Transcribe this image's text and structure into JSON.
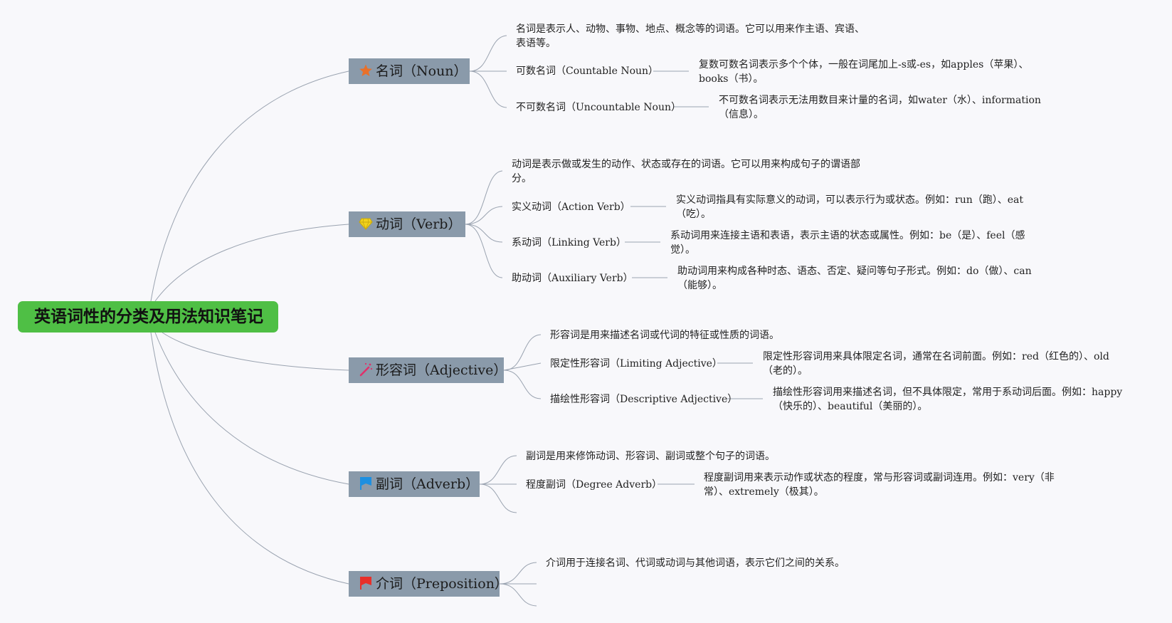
{
  "root": {
    "title": "英语词性的分类及用法知识笔记"
  },
  "branches": [
    {
      "label": "名词（Noun）",
      "icon": "star-icon",
      "icon_color": "#e8702a",
      "description": "名词是表示人、动物、事物、地点、概念等的词语。它可以用来作主语、宾语、表语等。",
      "subtopics": [
        {
          "label": "可数名词（Countable Noun）",
          "detail": "复数可数名词表示多个个体，一般在词尾加上-s或-es，如apples（苹果）、books（书）。"
        },
        {
          "label": "不可数名词（Uncountable Noun）",
          "detail": "不可数名词表示无法用数目来计量的名词，如water（水）、information（信息）。"
        }
      ]
    },
    {
      "label": "动词（Verb）",
      "icon": "diamond-icon",
      "icon_color": "#f2d21b",
      "description": "动词是表示做或发生的动作、状态或存在的词语。它可以用来构成句子的谓语部分。",
      "subtopics": [
        {
          "label": "实义动词（Action Verb）",
          "detail": "实义动词指具有实际意义的动词，可以表示行为或状态。例如：run（跑）、eat（吃）。"
        },
        {
          "label": "系动词（Linking Verb）",
          "detail": "系动词用来连接主语和表语，表示主语的状态或属性。例如：be（是）、feel（感觉）。"
        },
        {
          "label": "助动词（Auxiliary Verb）",
          "detail": "助动词用来构成各种时态、语态、否定、疑问等句子形式。例如：do（做）、can（能够）。"
        }
      ]
    },
    {
      "label": "形容词（Adjective）",
      "icon": "magic-wand-icon",
      "icon_color": "#e0306a",
      "description": "形容词是用来描述名词或代词的特征或性质的词语。",
      "subtopics": [
        {
          "label": "限定性形容词（Limiting Adjective）",
          "detail": "限定性形容词用来具体限定名词，通常在名词前面。例如：red（红色的）、old（老的）。"
        },
        {
          "label": "描绘性形容词（Descriptive Adjective）",
          "detail": "描绘性形容词用来描述名词，但不具体限定，常用于系动词后面。例如：happy（快乐的）、beautiful（美丽的）。"
        }
      ]
    },
    {
      "label": "副词（Adverb）",
      "icon": "blue-flag-icon",
      "icon_color": "#1d8fe0",
      "description": "副词是用来修饰动词、形容词、副词或整个句子的词语。",
      "subtopics": [
        {
          "label": "程度副词（Degree Adverb）",
          "detail": "程度副词用来表示动作或状态的程度，常与形容词或副词连用。例如：very（非常）、extremely（极其）。"
        }
      ]
    },
    {
      "label": "介词（Preposition）",
      "icon": "red-flag-icon",
      "icon_color": "#e8302a",
      "description": "介词用于连接名词、代词或动词与其他词语，表示它们之间的关系。",
      "subtopics": []
    }
  ]
}
